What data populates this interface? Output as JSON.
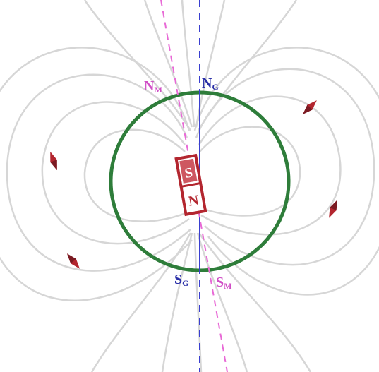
{
  "labels": {
    "north_magnetic": {
      "main": "N",
      "sub": "M"
    },
    "north_geographic": {
      "main": "N",
      "sub": "G"
    },
    "south_geographic": {
      "main": "S",
      "sub": "G"
    },
    "south_magnetic": {
      "main": "S",
      "sub": "M"
    },
    "magnet_south": "S",
    "magnet_north": "N"
  },
  "colors": {
    "background": "#ffffff",
    "field_lines": "#d6d6d6",
    "earth_circle": "#2e7d3a",
    "geographic_axis": "#3a3fd0",
    "magnetic_axis": "#e86ad6",
    "geographic_label": "#2a2fa8",
    "magnetic_label": "#d04ec6",
    "magnet_border": "#b3262f",
    "compass_needle": "#b3262f"
  },
  "icons": {
    "compass_needles": [
      "compass-needle-icon",
      "compass-needle-icon",
      "compass-needle-icon",
      "compass-needle-icon"
    ],
    "bar_magnet": "bar-magnet-icon"
  }
}
